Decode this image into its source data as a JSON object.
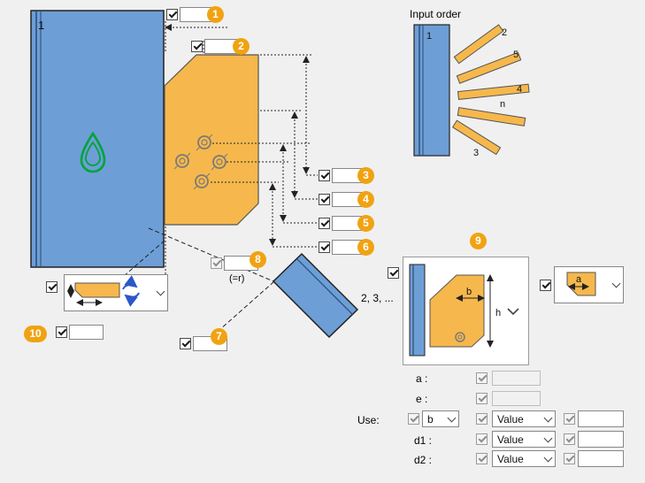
{
  "colors": {
    "steel_blue": "#6d9ed6",
    "steel_blue_dark": "#2a4a73",
    "plate_orange": "#f6b84c",
    "badge_orange": "#f0a312",
    "icon_green": "#00a33a"
  },
  "diagram": {
    "column_label": "1",
    "brace_label": "2, 3, ...",
    "radius_note": "(=r)"
  },
  "badges": {
    "n1": "1",
    "n2": "2",
    "n3": "3",
    "n4": "4",
    "n5": "5",
    "n6": "6",
    "n7": "7",
    "n8": "8",
    "n9": "9",
    "n10": "10"
  },
  "input_order": {
    "title": "Input order",
    "column_label": "1",
    "beam2": "2",
    "beam5": "5",
    "beam4": "4",
    "beamn": "n",
    "beam3": "3"
  },
  "detail": {
    "dim_b": "b",
    "dim_h": "h",
    "dim_a": "a"
  },
  "form": {
    "a_label": "a :",
    "e_label": "e :",
    "use_label": "Use:",
    "d1_label": "d1 :",
    "d2_label": "d2 :",
    "use_combo": "b",
    "use_value_combo": "Value",
    "d1_combo": "Value",
    "d2_combo": "Value"
  },
  "fields": {
    "f1": "",
    "f2": "",
    "f3": "",
    "f4": "",
    "f5": "",
    "f6": "",
    "f7": "",
    "f8": "",
    "f10": "",
    "a_value": "",
    "e_value": "",
    "use_value": "",
    "d1_value": "",
    "d2_value": ""
  }
}
